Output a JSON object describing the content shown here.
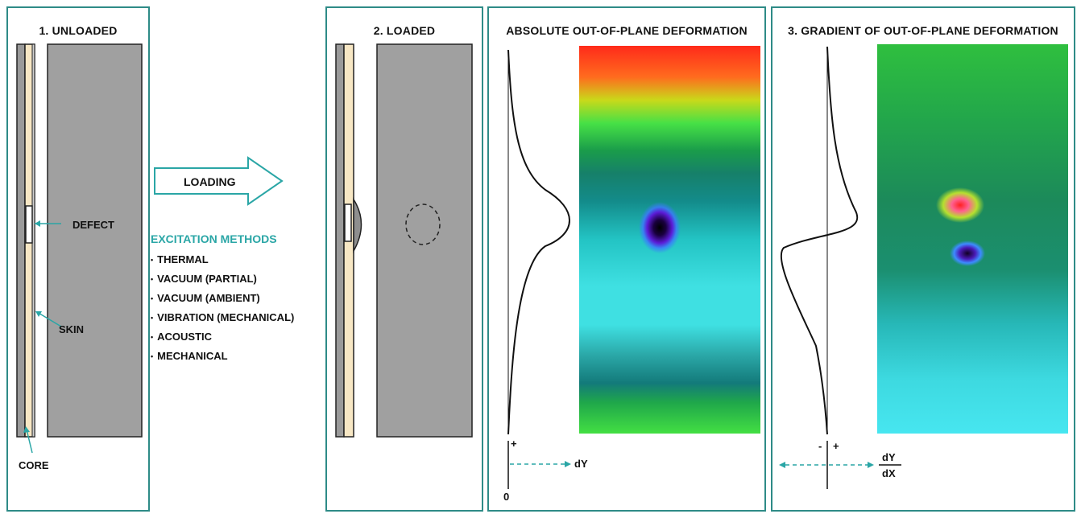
{
  "panels": {
    "unloaded": {
      "title": "1. UNLOADED",
      "defect": "DEFECT",
      "skin": "SKIN",
      "core": "CORE"
    },
    "loading": {
      "arrow_label": "LOADING",
      "methods_title": "EXCITATION METHODS",
      "methods": [
        "THERMAL",
        "VACUUM (PARTIAL)",
        "VACUUM (AMBIENT)",
        "VIBRATION (MECHANICAL)",
        "ACOUSTIC",
        "MECHANICAL"
      ]
    },
    "loaded": {
      "title": "2. LOADED"
    },
    "absolute": {
      "title": "ABSOLUTE OUT-OF-PLANE DEFORMATION",
      "plus": "+",
      "zero": "0",
      "axis": "dY"
    },
    "gradient": {
      "title": "3. GRADIENT OF OUT-OF-PLANE DEFORMATION",
      "minus": "-",
      "plus": "+",
      "axis_num": "dY",
      "axis_den": "dX"
    }
  },
  "colors": {
    "frame": "#2e8b87",
    "accent": "#2aa6a6",
    "plate": "#a0a0a0",
    "skin": "#f7e7c4"
  }
}
